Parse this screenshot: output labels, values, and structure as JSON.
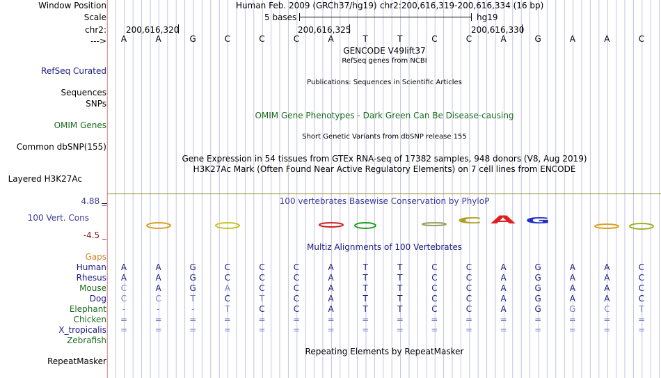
{
  "header": {
    "position_label": "Window Position",
    "scale_label": "Scale",
    "chrom_label": "chr2:",
    "strand_label": "--->",
    "assembly_text": "Human Feb. 2009 (GRCh37/hg19)",
    "position_text": "chr2:200,616,319-200,616,334 (16 bp)",
    "scale_text": "5 bases",
    "db_text": "hg19",
    "coords": [
      "200,616,320",
      "200,616,325",
      "200,616,330"
    ]
  },
  "bases": [
    "A",
    "A",
    "G",
    "C",
    "C",
    "C",
    "A",
    "T",
    "T",
    "C",
    "C",
    "A",
    "G",
    "A",
    "A",
    "C"
  ],
  "track_labels": {
    "refseq": "RefSeq Curated",
    "sequences": "Sequences",
    "snps": "SNPs",
    "omim": "OMIM Genes",
    "dbsnp": "Common dbSNP(155)",
    "h3k27ac": "Layered H3K27Ac",
    "vert_cons": "100 Vert. Cons",
    "gaps": "Gaps",
    "repeatmasker": "RepeatMasker"
  },
  "track_titles": {
    "gencode": "GENCODE V49lift37",
    "refseq_sub": "RefSeq genes from NCBI",
    "publications": "Publications: Sequences in Scientific Articles",
    "omim": "OMIM Gene Phenotypes - Dark Green Can Be Disease-causing",
    "dbsnp": "Short Genetic Variants from dbSNP release 155",
    "gtex": "Gene Expression in 54 tissues from GTEx RNA-seq of 17382 samples, 948 donors (V8, Aug 2019)",
    "h3k27ac": "H3K27Ac Mark (Often Found Near Active Regulatory Elements) on 7 cell lines from ENCODE",
    "phylop": "100 vertebrates Basewise Conservation by PhyloP",
    "multiz": "Multiz Alignments of 100 Vertebrates",
    "repeatmasker": "Repeating Elements by RepeatMasker"
  },
  "phylop_scale": {
    "max": "4.88 _",
    "min": "-4.5 _"
  },
  "alignment": [
    {
      "species": "Human",
      "seq": [
        "A",
        "A",
        "G",
        "C",
        "C",
        "C",
        "A",
        "T",
        "T",
        "C",
        "C",
        "A",
        "G",
        "A",
        "A",
        "C"
      ],
      "style": [
        "n",
        "n",
        "n",
        "n",
        "n",
        "n",
        "n",
        "n",
        "n",
        "n",
        "n",
        "n",
        "n",
        "n",
        "n",
        "n"
      ]
    },
    {
      "species": "Rhesus",
      "seq": [
        "A",
        "A",
        "G",
        "C",
        "C",
        "C",
        "A",
        "T",
        "T",
        "C",
        "C",
        "A",
        "G",
        "A",
        "A",
        "C"
      ],
      "style": [
        "n",
        "n",
        "n",
        "n",
        "n",
        "n",
        "n",
        "n",
        "n",
        "n",
        "n",
        "n",
        "n",
        "n",
        "n",
        "n"
      ]
    },
    {
      "species": "Mouse",
      "seq": [
        "C",
        "A",
        "G",
        "A",
        "C",
        "C",
        "A",
        "T",
        "T",
        "C",
        "C",
        "A",
        "G",
        "A",
        "A",
        "C"
      ],
      "style": [
        "m",
        "n",
        "n",
        "m",
        "n",
        "n",
        "n",
        "n",
        "n",
        "n",
        "n",
        "n",
        "n",
        "n",
        "n",
        "n"
      ]
    },
    {
      "species": "Dog",
      "seq": [
        "C",
        "C",
        "T",
        "C",
        "T",
        "C",
        "A",
        "T",
        "T",
        "C",
        "C",
        "A",
        "G",
        "A",
        "A",
        "C"
      ],
      "style": [
        "m",
        "m",
        "m",
        "n",
        "m",
        "n",
        "n",
        "n",
        "n",
        "n",
        "n",
        "n",
        "n",
        "n",
        "n",
        "n"
      ]
    },
    {
      "species": "Elephant",
      "seq": [
        "-",
        "-",
        "-",
        "T",
        "C",
        "C",
        "A",
        "T",
        "T",
        "C",
        "C",
        "A",
        "G",
        "G",
        "C",
        "T"
      ],
      "style": [
        "m",
        "m",
        "m",
        "m",
        "n",
        "n",
        "n",
        "n",
        "n",
        "n",
        "n",
        "n",
        "n",
        "m",
        "m",
        "m"
      ]
    },
    {
      "species": "Chicken",
      "seq": [
        "=",
        "=",
        "=",
        "=",
        "=",
        "=",
        "=",
        "=",
        "=",
        "=",
        "=",
        "=",
        "=",
        "=",
        "=",
        "="
      ],
      "style": [
        "m",
        "m",
        "m",
        "m",
        "m",
        "m",
        "m",
        "m",
        "m",
        "m",
        "m",
        "m",
        "m",
        "m",
        "m",
        "m"
      ]
    },
    {
      "species": "X_tropicalis",
      "seq": [
        "=",
        "=",
        "=",
        "=",
        "=",
        "=",
        "=",
        "=",
        "=",
        "=",
        "=",
        "=",
        "=",
        "=",
        "=",
        "="
      ],
      "style": [
        "m",
        "m",
        "m",
        "m",
        "m",
        "m",
        "m",
        "m",
        "m",
        "m",
        "m",
        "m",
        "m",
        "m",
        "m",
        "m"
      ]
    },
    {
      "species": "Zebrafish",
      "seq": [],
      "style": []
    }
  ],
  "colors": {
    "blue_label": "#1a1a80",
    "green_label": "#1c6b1c",
    "gaps_label": "#d9822b",
    "phylop_text": "#3a3a9a",
    "phylop_min": "#8b1a1a",
    "mismatch": "#7a7ac8",
    "guide_line": "#b8b8e6",
    "divider": "#8a8a20"
  }
}
